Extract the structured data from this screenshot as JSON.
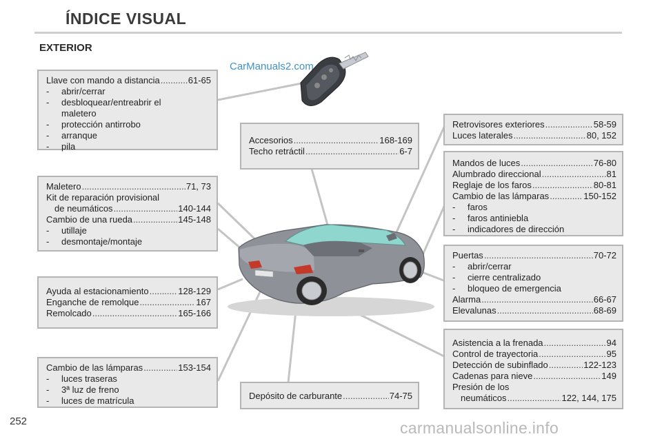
{
  "header": {
    "title": "ÍNDICE VISUAL",
    "section": "EXTERIOR"
  },
  "page_number": "252",
  "watermarks": {
    "top": "CarManuals2.com",
    "bottom": "carmanualsonline.info"
  },
  "boxes": {
    "llave": {
      "entries": [
        {
          "label": "Llave con mando a distancia",
          "pages": "61-65"
        }
      ],
      "bullets": [
        "abrir/cerrar",
        "desbloquear/entreabrir el",
        "maletero",
        "protección antirrobo",
        "arranque",
        "pila"
      ]
    },
    "maletero": {
      "entries": [
        {
          "label": "Maletero",
          "pages": "71, 73"
        },
        {
          "label": "Kit de reparación provisional",
          "pages": ""
        },
        {
          "label": "de neumáticos",
          "pages": "140-144"
        },
        {
          "label": "Cambio de una rueda",
          "pages": "145-148"
        }
      ],
      "bullets": [
        "utillaje",
        "desmontaje/montaje"
      ]
    },
    "ayuda": {
      "entries": [
        {
          "label": "Ayuda al estacionamiento",
          "pages": "128-129"
        },
        {
          "label": "Enganche de remolque",
          "pages": "167"
        },
        {
          "label": "Remolcado",
          "pages": "165-166"
        }
      ]
    },
    "lamparas_tras": {
      "entries": [
        {
          "label": "Cambio de las lámparas",
          "pages": "153-154"
        }
      ],
      "bullets": [
        "luces traseras",
        "3ª luz de freno",
        "luces de matrícula"
      ]
    },
    "accesorios": {
      "entries": [
        {
          "label": "Accesorios",
          "pages": "168-169"
        },
        {
          "label": "Techo retráctil",
          "pages": "6-7"
        }
      ]
    },
    "deposito": {
      "entries": [
        {
          "label": "Depósito de carburante",
          "pages": "74-75"
        }
      ]
    },
    "retrovisores": {
      "entries": [
        {
          "label": "Retrovisores exteriores",
          "pages": "58-59"
        },
        {
          "label": "Luces laterales",
          "pages": "80, 152"
        }
      ]
    },
    "mandos": {
      "entries": [
        {
          "label": "Mandos de luces",
          "pages": "76-80"
        },
        {
          "label": "Alumbrado direccional",
          "pages": "81"
        },
        {
          "label": "Reglaje de los faros",
          "pages": "80-81"
        },
        {
          "label": "Cambio de las lámparas",
          "pages": "150-152"
        }
      ],
      "bullets": [
        "faros",
        "faros antiniebla",
        "indicadores de dirección"
      ]
    },
    "puertas": {
      "entries": [
        {
          "label": "Puertas",
          "pages": "70-72"
        }
      ],
      "bullets": [
        "abrir/cerrar",
        "cierre centralizado",
        "bloqueo de emergencia"
      ],
      "entries2": [
        {
          "label": "Alarma",
          "pages": "66-67"
        },
        {
          "label": "Elevalunas",
          "pages": "68-69"
        }
      ]
    },
    "asistencia": {
      "entries": [
        {
          "label": "Asistencia a la frenada",
          "pages": "94"
        },
        {
          "label": "Control de trayectoria",
          "pages": "95"
        },
        {
          "label": "Detección de subinflado",
          "pages": "122-123"
        },
        {
          "label": "Cadenas para nieve",
          "pages": "149"
        },
        {
          "label": "Presión de los",
          "pages": ""
        },
        {
          "label": "neumáticos",
          "pages": "122, 144, 175"
        }
      ]
    }
  },
  "colors": {
    "box_bg": "#e9e9e9",
    "box_border": "#b4b4b4",
    "car_body": "#8e9298",
    "leader": "#c0c0c0"
  }
}
